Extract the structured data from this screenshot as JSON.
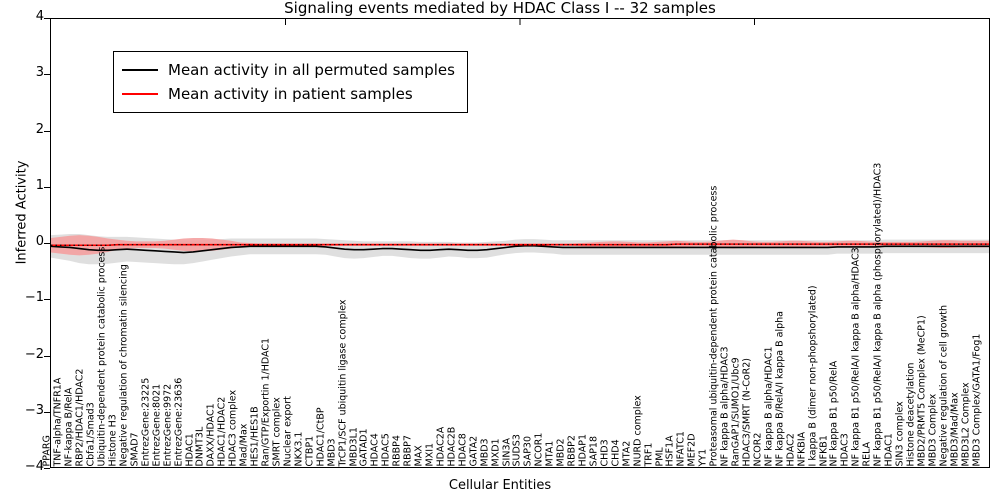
{
  "chart_data": {
    "type": "line",
    "title": "Signaling events mediated by HDAC Class I -- 32 samples",
    "xlabel": "Cellular Entities",
    "ylabel": "Inferred Activity",
    "ylim": [
      -4,
      4
    ],
    "yticks": [
      "4",
      "3",
      "2",
      "1",
      "0",
      "-1",
      "-2",
      "-3",
      "-4"
    ],
    "grid": false,
    "legend_position": "upper-left",
    "series": [
      {
        "name": "Mean activity in all permuted samples",
        "color": "#000000",
        "band_color": "#d9d9d9",
        "values": [
          -0.06,
          -0.07,
          -0.08,
          -0.1,
          -0.12,
          -0.13,
          -0.13,
          -0.12,
          -0.11,
          -0.12,
          -0.13,
          -0.14,
          -0.15,
          -0.16,
          -0.17,
          -0.16,
          -0.14,
          -0.12,
          -0.1,
          -0.08,
          -0.07,
          -0.06,
          -0.06,
          -0.06,
          -0.06,
          -0.06,
          -0.06,
          -0.06,
          -0.06,
          -0.07,
          -0.09,
          -0.11,
          -0.12,
          -0.12,
          -0.11,
          -0.1,
          -0.1,
          -0.11,
          -0.12,
          -0.13,
          -0.13,
          -0.12,
          -0.11,
          -0.12,
          -0.13,
          -0.13,
          -0.12,
          -0.1,
          -0.08,
          -0.06,
          -0.05,
          -0.05,
          -0.06,
          -0.07,
          -0.08,
          -0.08,
          -0.08,
          -0.08,
          -0.08,
          -0.08,
          -0.08,
          -0.08,
          -0.08,
          -0.08,
          -0.08,
          -0.08,
          -0.08,
          -0.08,
          -0.08,
          -0.08,
          -0.08,
          -0.08,
          -0.08,
          -0.08,
          -0.08,
          -0.08,
          -0.08,
          -0.08,
          -0.08,
          -0.08,
          -0.08,
          -0.08,
          -0.08,
          -0.07,
          -0.07,
          -0.07,
          -0.07,
          -0.07,
          -0.06,
          -0.06,
          -0.06,
          -0.06,
          -0.06,
          -0.06,
          -0.06,
          -0.06,
          -0.06,
          -0.06,
          -0.06,
          -0.06
        ],
        "band_half_width": [
          0.2,
          0.22,
          0.24,
          0.26,
          0.26,
          0.25,
          0.24,
          0.23,
          0.22,
          0.22,
          0.22,
          0.22,
          0.22,
          0.22,
          0.21,
          0.2,
          0.19,
          0.18,
          0.17,
          0.16,
          0.15,
          0.14,
          0.14,
          0.14,
          0.14,
          0.14,
          0.14,
          0.14,
          0.14,
          0.14,
          0.15,
          0.16,
          0.16,
          0.15,
          0.14,
          0.13,
          0.13,
          0.14,
          0.15,
          0.15,
          0.15,
          0.14,
          0.13,
          0.13,
          0.14,
          0.14,
          0.14,
          0.13,
          0.12,
          0.12,
          0.12,
          0.12,
          0.12,
          0.12,
          0.13,
          0.13,
          0.13,
          0.13,
          0.13,
          0.13,
          0.13,
          0.13,
          0.13,
          0.13,
          0.13,
          0.13,
          0.13,
          0.13,
          0.13,
          0.13,
          0.13,
          0.13,
          0.13,
          0.13,
          0.13,
          0.13,
          0.13,
          0.13,
          0.13,
          0.13,
          0.13,
          0.13,
          0.13,
          0.12,
          0.12,
          0.12,
          0.12,
          0.12,
          0.12,
          0.12,
          0.12,
          0.12,
          0.12,
          0.12,
          0.12,
          0.12,
          0.12,
          0.12,
          0.12,
          0.12
        ]
      },
      {
        "name": "Mean activity in patient samples",
        "color": "#ff0000",
        "band_color": "#f4a0a0",
        "values": [
          -0.04,
          -0.04,
          -0.04,
          -0.04,
          -0.04,
          -0.04,
          -0.04,
          -0.03,
          -0.03,
          -0.03,
          -0.03,
          -0.03,
          -0.03,
          -0.03,
          -0.03,
          -0.03,
          -0.03,
          -0.03,
          -0.03,
          -0.03,
          -0.03,
          -0.03,
          -0.03,
          -0.03,
          -0.03,
          -0.03,
          -0.03,
          -0.03,
          -0.03,
          -0.03,
          -0.03,
          -0.03,
          -0.03,
          -0.03,
          -0.03,
          -0.03,
          -0.03,
          -0.03,
          -0.03,
          -0.03,
          -0.03,
          -0.03,
          -0.03,
          -0.03,
          -0.03,
          -0.03,
          -0.03,
          -0.03,
          -0.03,
          -0.03,
          -0.03,
          -0.03,
          -0.03,
          -0.03,
          -0.03,
          -0.03,
          -0.03,
          -0.03,
          -0.03,
          -0.03,
          -0.03,
          -0.03,
          -0.03,
          -0.03,
          -0.03,
          -0.03,
          -0.02,
          -0.02,
          -0.02,
          -0.02,
          -0.02,
          -0.02,
          -0.02,
          -0.02,
          -0.02,
          -0.02,
          -0.02,
          -0.02,
          -0.02,
          -0.02,
          -0.02,
          -0.02,
          -0.02,
          -0.02,
          -0.02,
          -0.02,
          -0.02,
          -0.02,
          -0.02,
          -0.02,
          -0.02,
          -0.02,
          -0.02,
          -0.02,
          -0.02,
          -0.02,
          -0.02,
          -0.02,
          -0.02,
          -0.02
        ],
        "band_half_width": [
          0.13,
          0.15,
          0.17,
          0.18,
          0.17,
          0.15,
          0.12,
          0.09,
          0.07,
          0.06,
          0.06,
          0.06,
          0.07,
          0.09,
          0.11,
          0.12,
          0.12,
          0.11,
          0.09,
          0.07,
          0.04,
          0.03,
          0.02,
          0.02,
          0.02,
          0.02,
          0.02,
          0.02,
          0.02,
          0.02,
          0.02,
          0.02,
          0.02,
          0.02,
          0.02,
          0.02,
          0.02,
          0.02,
          0.02,
          0.02,
          0.02,
          0.02,
          0.02,
          0.02,
          0.02,
          0.02,
          0.02,
          0.02,
          0.02,
          0.02,
          0.02,
          0.02,
          0.02,
          0.02,
          0.02,
          0.02,
          0.03,
          0.04,
          0.05,
          0.06,
          0.06,
          0.05,
          0.04,
          0.04,
          0.05,
          0.06,
          0.06,
          0.05,
          0.04,
          0.04,
          0.05,
          0.07,
          0.08,
          0.07,
          0.05,
          0.04,
          0.04,
          0.05,
          0.06,
          0.06,
          0.05,
          0.04,
          0.04,
          0.05,
          0.06,
          0.06,
          0.05,
          0.04,
          0.04,
          0.04,
          0.04,
          0.04,
          0.05,
          0.06,
          0.07,
          0.07,
          0.06,
          0.06,
          0.06,
          0.06
        ]
      }
    ],
    "categories": [
      "PPARG",
      "TNF-alpha/TNFR1A",
      "NF-kappa B/RelA",
      "RBP2/HDAC1/HDAC2",
      "Cbfa1/Smad3",
      "Ubiquitin-dependent protein catabolic process",
      "Histone H3",
      "Negative regulation of chromatin silencing",
      "SMAD7",
      "EntrezGene:23225",
      "EntrezGene:8021",
      "EntrezGene:9972",
      "EntrezGene:23636",
      "HDAC1",
      "DNMT3L",
      "DAXX/HDAC1",
      "HDAC1/HDAC2",
      "HDAC3 complex",
      "Mad/Max",
      "HES1/HES1B",
      "Ran/GTP/Exportin 1/HDAC1",
      "SMRT complex",
      "Nuclear export",
      "NKX3.1",
      "CTBP1",
      "HDAC1/CtBP",
      "MBD3",
      "TrCP1/SCF ubiquitin ligase complex",
      "MBD3L1",
      "GATAD1",
      "HDAC4",
      "HDAC5",
      "RBBP4",
      "RBBP7",
      "MAX",
      "MXI1",
      "HDAC2A",
      "HDAC2B",
      "HDAC8",
      "GATA2",
      "MBD3",
      "MXD1",
      "SIN3A",
      "SUDS3",
      "SAP30",
      "NCOR1",
      "MTA1",
      "MBD2",
      "RBBP2",
      "HDAP1",
      "SAP18",
      "CHD3",
      "CHD4",
      "MTA2",
      "NURD complex",
      "TRF1",
      "PML",
      "HSF1A",
      "NFATC1",
      "MEF2D",
      "YY1",
      "Proteasomal ubiquitin-dependent protein catabolic process",
      "NF kappa B alpha/HDAC3",
      "RanGAP1/SUMO1/Ubc9",
      "HDAC3/SMRT (N-CoR2)",
      "NCOR2",
      "NF kappa B alpha/HDAC1",
      "NF kappa B/RelA/I kappa B alpha",
      "HDAC2",
      "NFKBIA",
      "I kappa B (dimer non-phopshorylated)",
      "NFKB1",
      "NF kappa B1 p50/RelA",
      "HDAC3",
      "NF kappa B1 p50/RelA/I kappa B alpha/HDAC3",
      "RELA",
      "NF kappa B1 p50/RelA/I kappa B alpha (phosphorylated)/HDAC3",
      "HDAC1",
      "SIN3 complex",
      "Histone deacetylation",
      "MBD2/PRMT5 Complex (MeCP1)",
      "MBD3 Complex",
      "Negative regulation of cell growth",
      "MBD3/Mad/Max",
      "MBD3L2 Complex",
      "MBD3 Complex/GATA1/Fog1"
    ]
  }
}
